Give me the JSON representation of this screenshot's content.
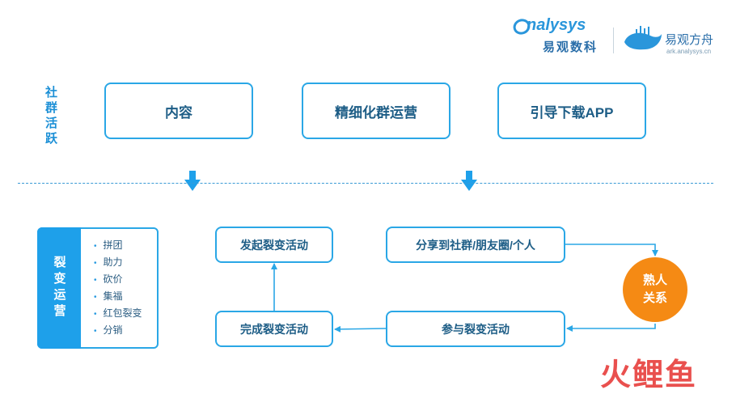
{
  "brand": {
    "analysys_en": "nalysys",
    "analysys_cn": "易观数科",
    "ark_cn": "易观方舟",
    "ark_en": "ark.analysys.cn"
  },
  "top_section": {
    "label": "社群活跃",
    "boxes": [
      "内容",
      "精细化群运营",
      "引导下载APP"
    ]
  },
  "side_panel": {
    "title": "裂变运营",
    "items": [
      "拼团",
      "助力",
      "砍价",
      "集福",
      "红包裂变",
      "分销"
    ]
  },
  "flow": {
    "launch": "发起裂变活动",
    "share": "分享到社群/朋友圈/个人",
    "acquaintance_line1": "熟人",
    "acquaintance_line2": "关系",
    "participate": "参与裂变活动",
    "complete": "完成裂变活动"
  },
  "watermark": "火鲤鱼",
  "colors": {
    "primary": "#2aa7e6",
    "accent_orange": "#f58a14",
    "text_dark_blue": "#1d5d86",
    "watermark_red": "#e8423f"
  }
}
